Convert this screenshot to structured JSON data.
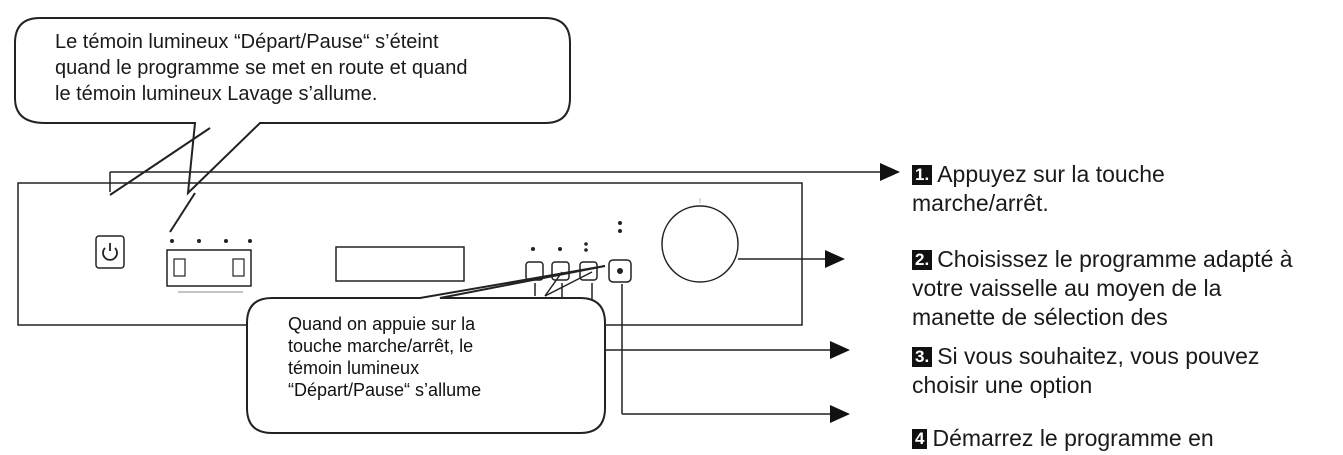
{
  "top_callout": {
    "lines": [
      "Le témoin lumineux “Départ/Pause“ s’éteint",
      "quand le programme se met en route et quand",
      "le témoin lumineux Lavage s’allume."
    ]
  },
  "bottom_callout": {
    "lines": [
      "Quand on appuie sur la",
      "touche marche/arrêt, le",
      "témoin lumineux",
      "“Départ/Pause“ s’allume"
    ]
  },
  "steps": [
    {
      "number": "1.",
      "lines": [
        "Appuyez sur la touche",
        "marche/arrêt."
      ]
    },
    {
      "number": "2.",
      "lines": [
        "Choisissez le programme adapté à",
        "votre vaisselle au moyen de la",
        "manette de sélection des"
      ]
    },
    {
      "number": "3.",
      "lines": [
        "Si vous souhaitez, vous pouvez",
        "choisir une option"
      ]
    },
    {
      "number": "4",
      "lines": [
        "Démarrez  le programme en"
      ]
    }
  ],
  "icons": {
    "power_button": "power-icon",
    "selector_dial": "dial-knob",
    "arrow": "arrow-head"
  },
  "colors": {
    "line": "#222222",
    "text": "#1a1a1a",
    "badge": "#111111"
  }
}
